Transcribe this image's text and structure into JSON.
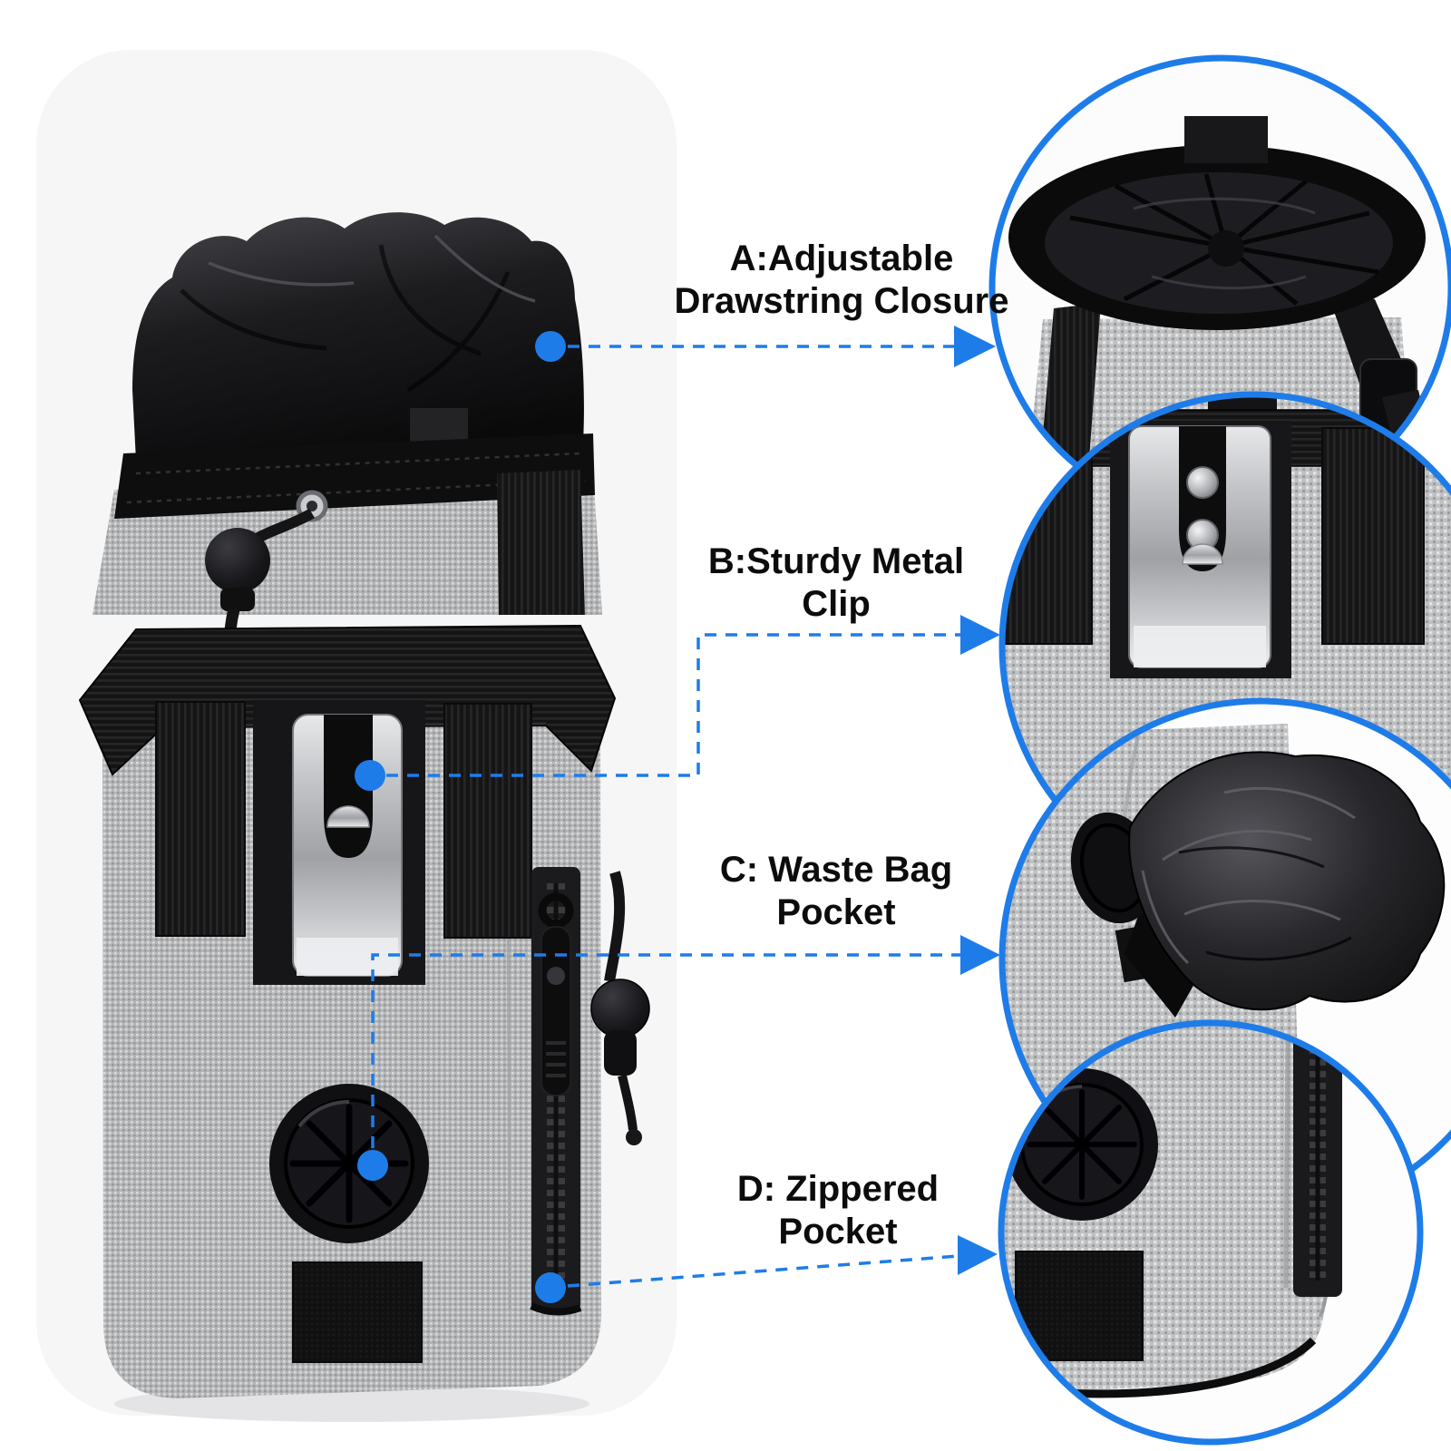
{
  "accent_color": "#1e7ce9",
  "text_color": "#0c0c0c",
  "background_color": "#ffffff",
  "fabric_color": "#b5b6b8",
  "callouts": [
    {
      "letter": "A",
      "lines": [
        "A:Adjustable",
        "Drawstring Closure"
      ],
      "target": "drawstring-closure"
    },
    {
      "letter": "B",
      "lines": [
        "B:Sturdy Metal",
        "Clip"
      ],
      "target": "metal-clip"
    },
    {
      "letter": "C",
      "lines": [
        "C: Waste Bag",
        "Pocket"
      ],
      "target": "waste-bag-pocket"
    },
    {
      "letter": "D",
      "lines": [
        "D: Zippered",
        "Pocket"
      ],
      "target": "zippered-pocket"
    }
  ]
}
